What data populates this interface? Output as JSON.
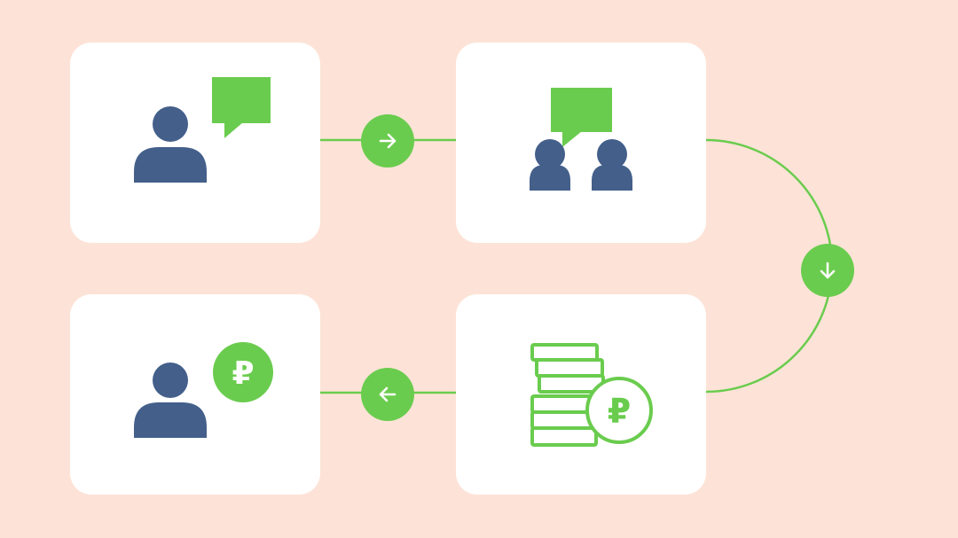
{
  "colors": {
    "background": "#fde3d7",
    "card": "#ffffff",
    "accent_green": "#6acc4e",
    "person_blue": "#435f8a"
  },
  "steps": [
    {
      "icon": "person-with-speech-bubble-icon"
    },
    {
      "icon": "two-people-with-speech-bubble-icon"
    },
    {
      "icon": "coin-stack-with-ruble-icon",
      "currency_symbol": "₽"
    },
    {
      "icon": "person-with-ruble-coin-icon",
      "currency_symbol": "₽"
    }
  ],
  "connectors": [
    {
      "direction": "right",
      "icon": "arrow-right-icon"
    },
    {
      "direction": "down",
      "icon": "arrow-down-icon"
    },
    {
      "direction": "left",
      "icon": "arrow-left-icon"
    }
  ]
}
